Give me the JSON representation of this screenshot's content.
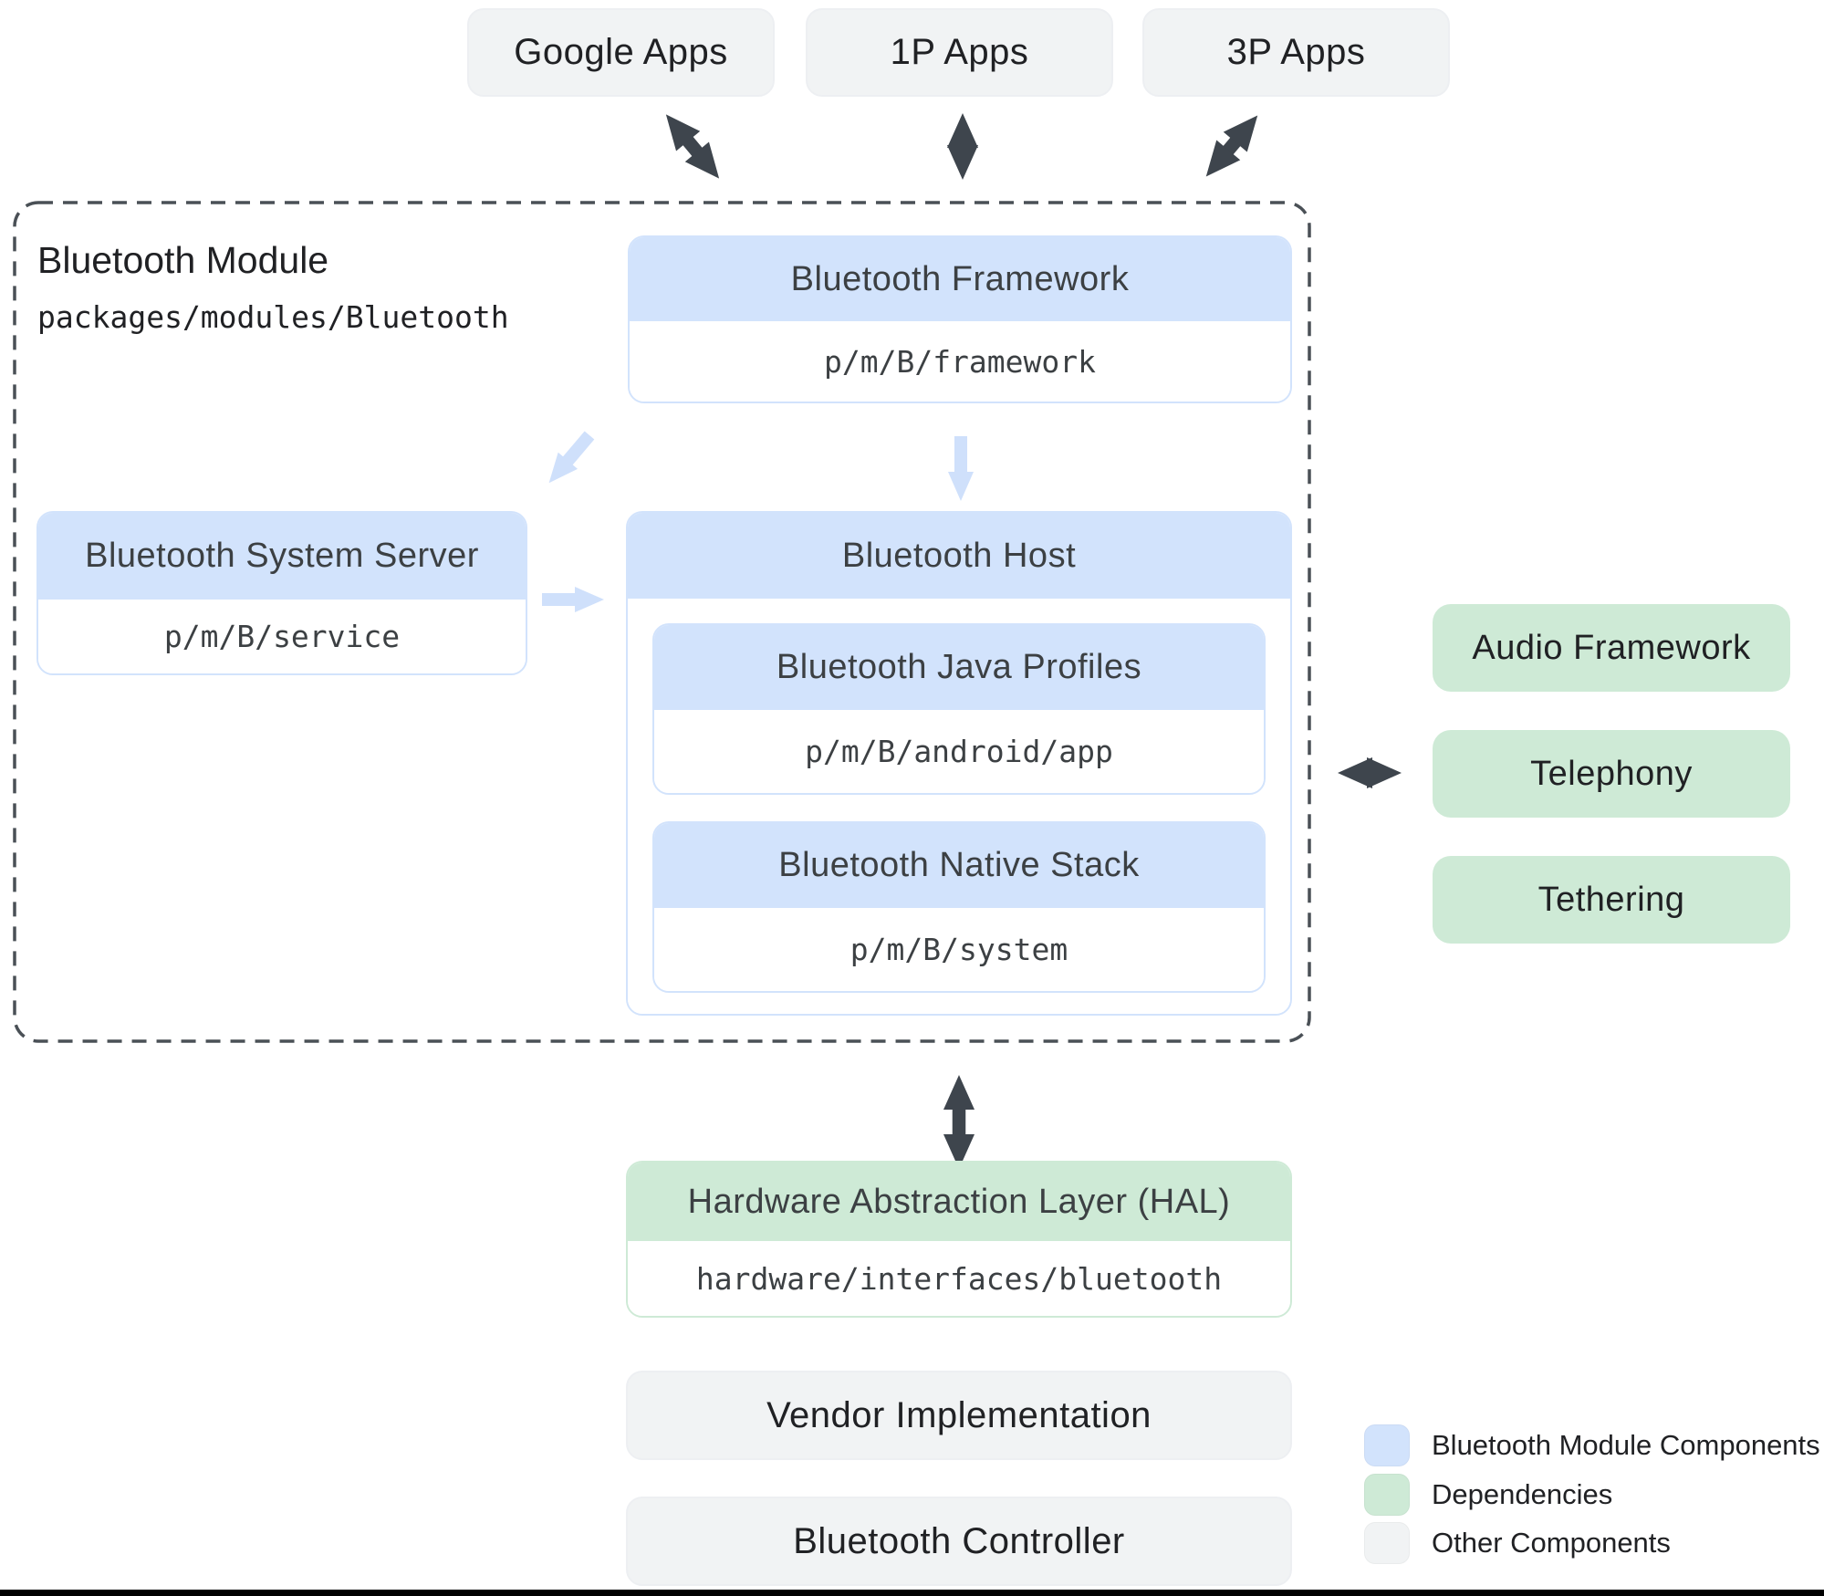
{
  "top_apps": [
    {
      "label": "Google Apps"
    },
    {
      "label": "1P Apps"
    },
    {
      "label": "3P Apps"
    }
  ],
  "module": {
    "title": "Bluetooth Module",
    "path": "packages/modules/Bluetooth",
    "framework": {
      "title": "Bluetooth Framework",
      "path": "p/m/B/framework"
    },
    "system_server": {
      "title": "Bluetooth System Server",
      "path": "p/m/B/service"
    },
    "host": {
      "title": "Bluetooth Host",
      "children": [
        {
          "title": "Bluetooth Java Profiles",
          "path": "p/m/B/android/app"
        },
        {
          "title": "Bluetooth Native Stack",
          "path": "p/m/B/system"
        }
      ]
    }
  },
  "dependencies": [
    {
      "label": "Audio Framework"
    },
    {
      "label": "Telephony"
    },
    {
      "label": "Tethering"
    }
  ],
  "hal": {
    "title": "Hardware Abstraction Layer (HAL)",
    "path": "hardware/interfaces/bluetooth"
  },
  "bottom_components": [
    {
      "label": "Vendor Implementation"
    },
    {
      "label": "Bluetooth Controller"
    }
  ],
  "legend": {
    "items": [
      {
        "label": "Bluetooth Module Components",
        "color": "#d2e3fc"
      },
      {
        "label": "Dependencies",
        "color": "#ceead6"
      },
      {
        "label": "Other Components",
        "color": "#f1f3f4"
      }
    ]
  },
  "colors": {
    "module_component_fill": "#d2e3fc",
    "dependency_fill": "#ceead6",
    "other_component_fill": "#f1f3f4",
    "box_title_text": "#3c4043",
    "label_text": "#202124",
    "arrow_dark": "#3e454d",
    "arrow_light_blue": "#cfe0fb",
    "dashed_border": "#4a5056"
  }
}
